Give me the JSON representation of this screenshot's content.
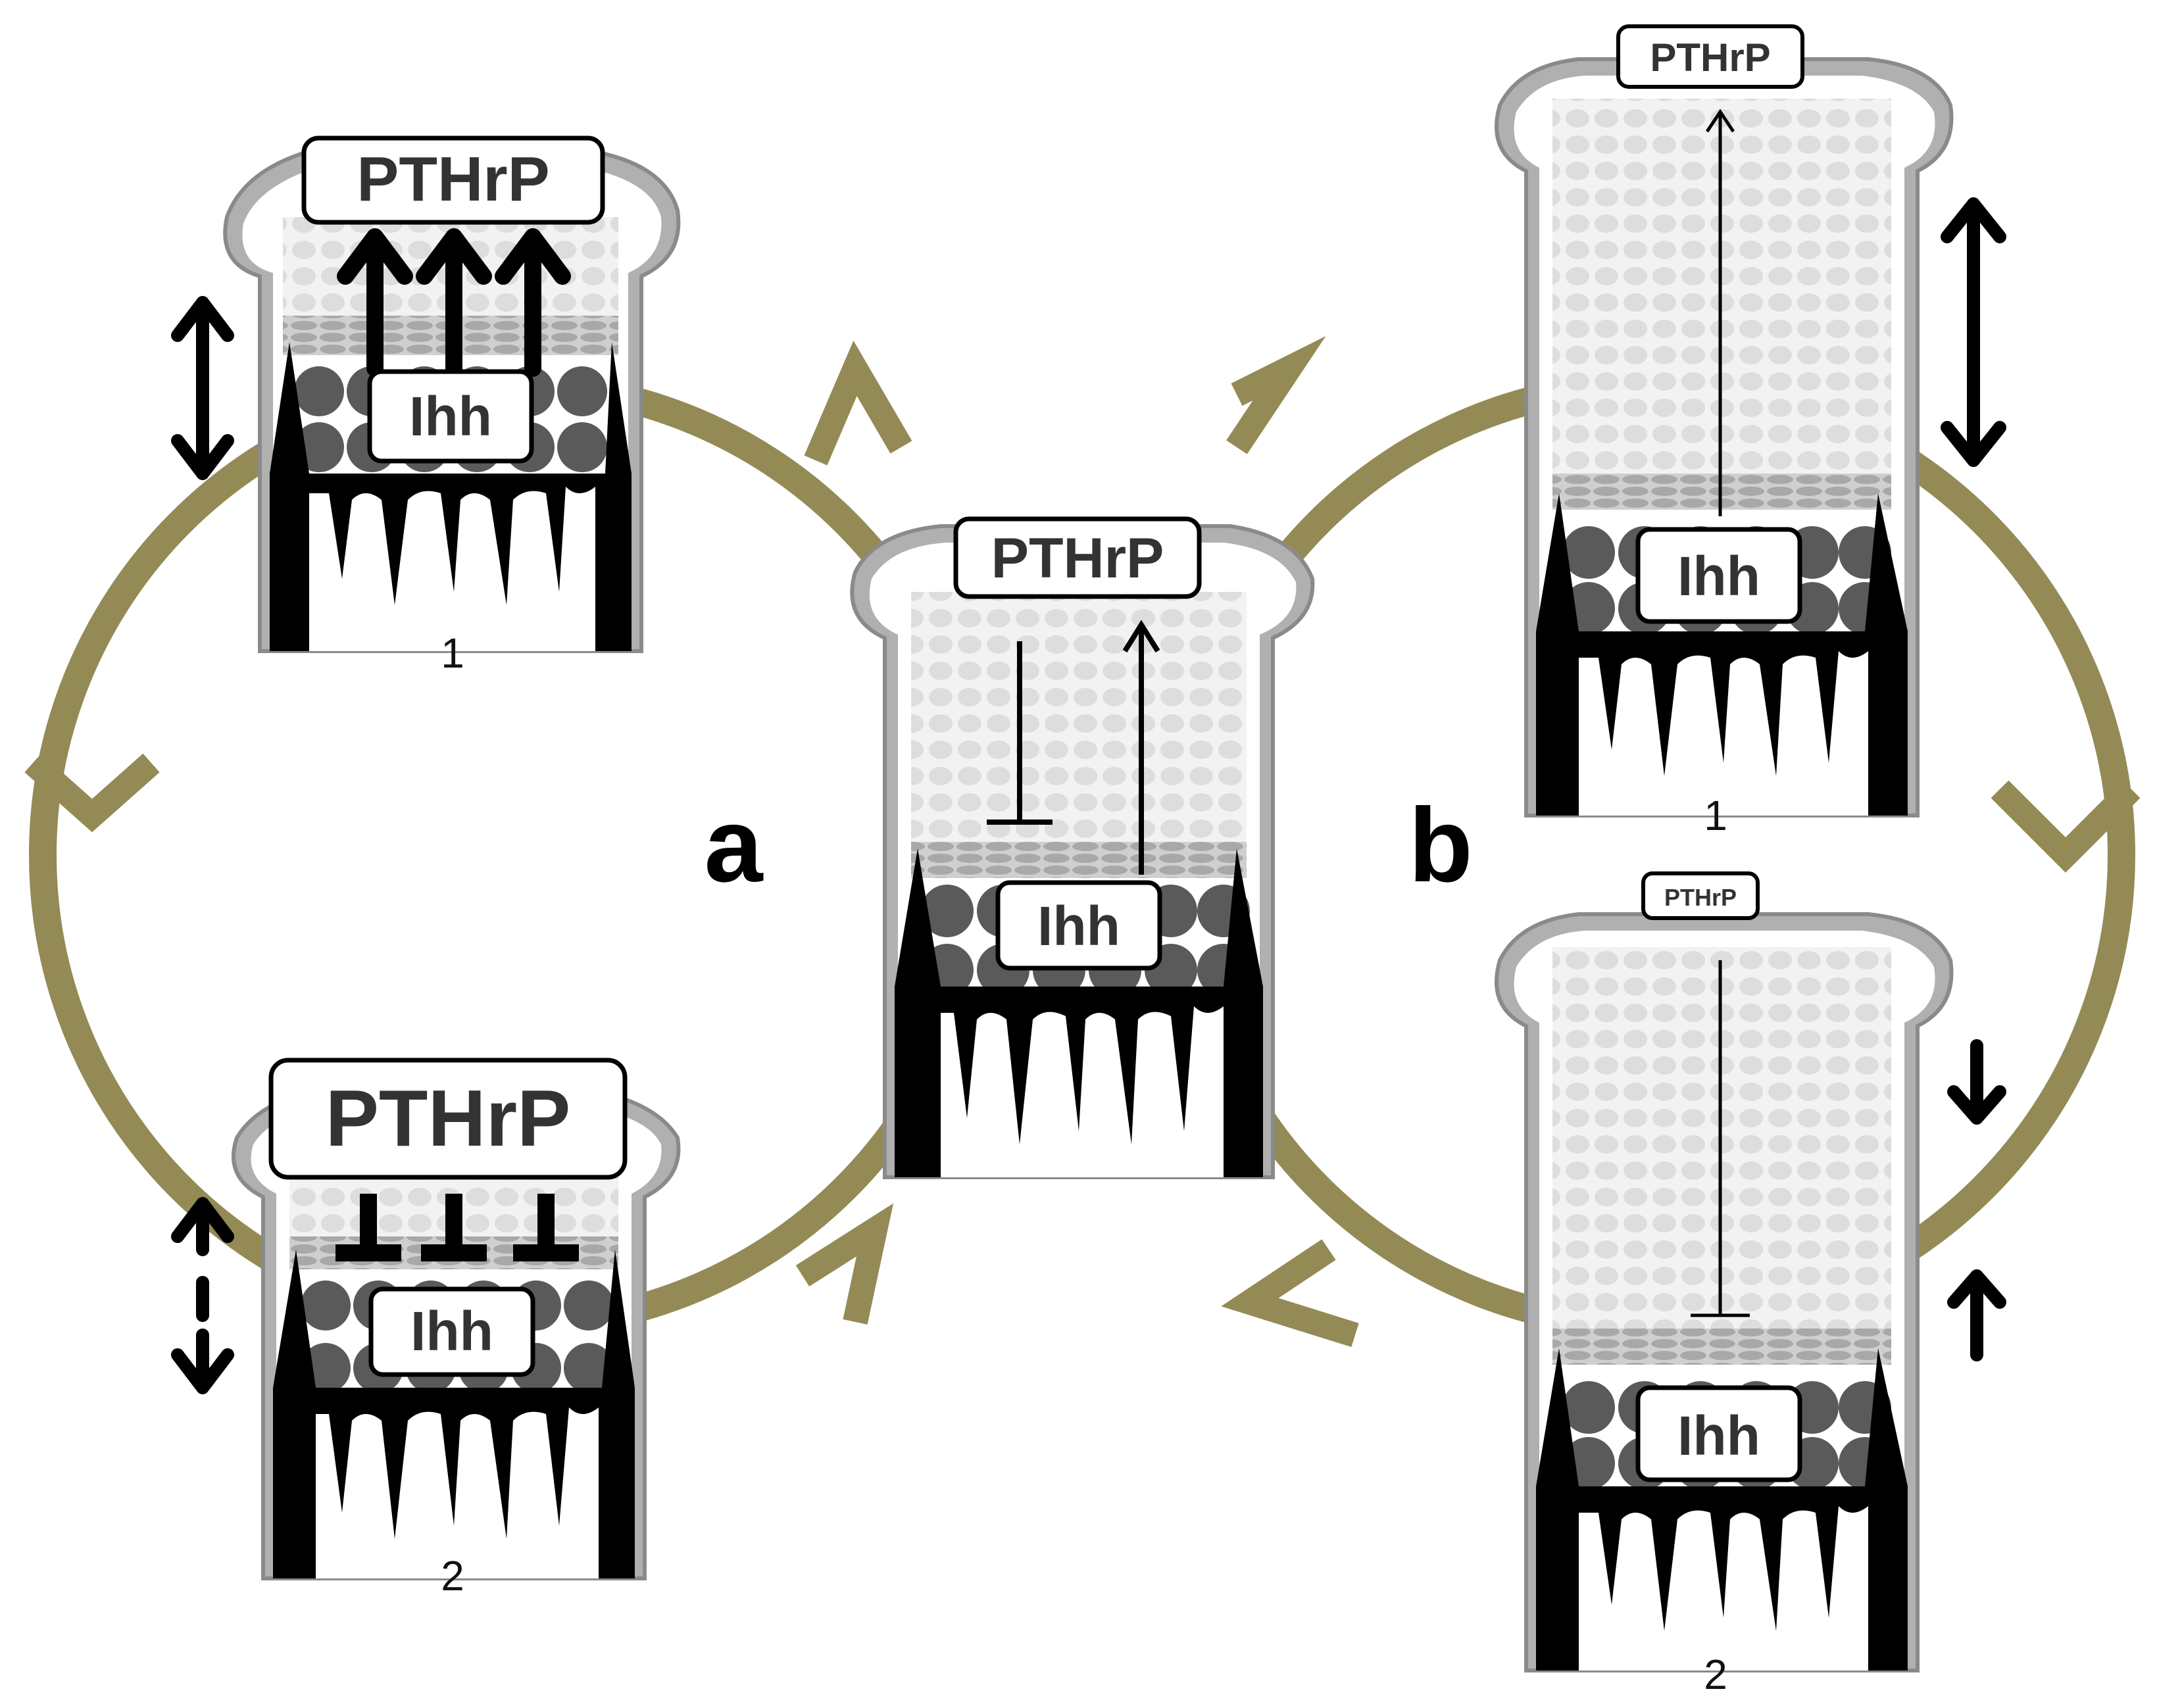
{
  "colors": {
    "cycle": "#948a55",
    "outline": "#a6a6a6",
    "dark_zone": "#000000",
    "light_cell": "#e2e2e2",
    "dark_cell": "#5a5a5a",
    "label_box_border": "#000000",
    "label_text": "#333333"
  },
  "icons": {
    "cycle_arrowheads": "chevron-arrow-icon",
    "double_arrow": "double-headed-arrow-icon",
    "activation_arrow": "arrow-icon",
    "inhibition_bar": "t-bar-inhibition-icon"
  },
  "cycles": {
    "a": {
      "label": "a"
    },
    "b": {
      "label": "b"
    }
  },
  "growth_plates": {
    "center": {
      "pthrp": "PTHrP",
      "ihh": "Ihh"
    },
    "a1": {
      "pthrp": "PTHrP",
      "ihh": "Ihh",
      "number": "1"
    },
    "a2": {
      "pthrp": "PTHrP",
      "ihh": "Ihh",
      "number": "2"
    },
    "b1": {
      "pthrp": "PTHrP",
      "ihh": "Ihh",
      "number": "1"
    },
    "b2": {
      "pthrp": "PTHrP",
      "ihh": "Ihh",
      "number": "2"
    }
  }
}
